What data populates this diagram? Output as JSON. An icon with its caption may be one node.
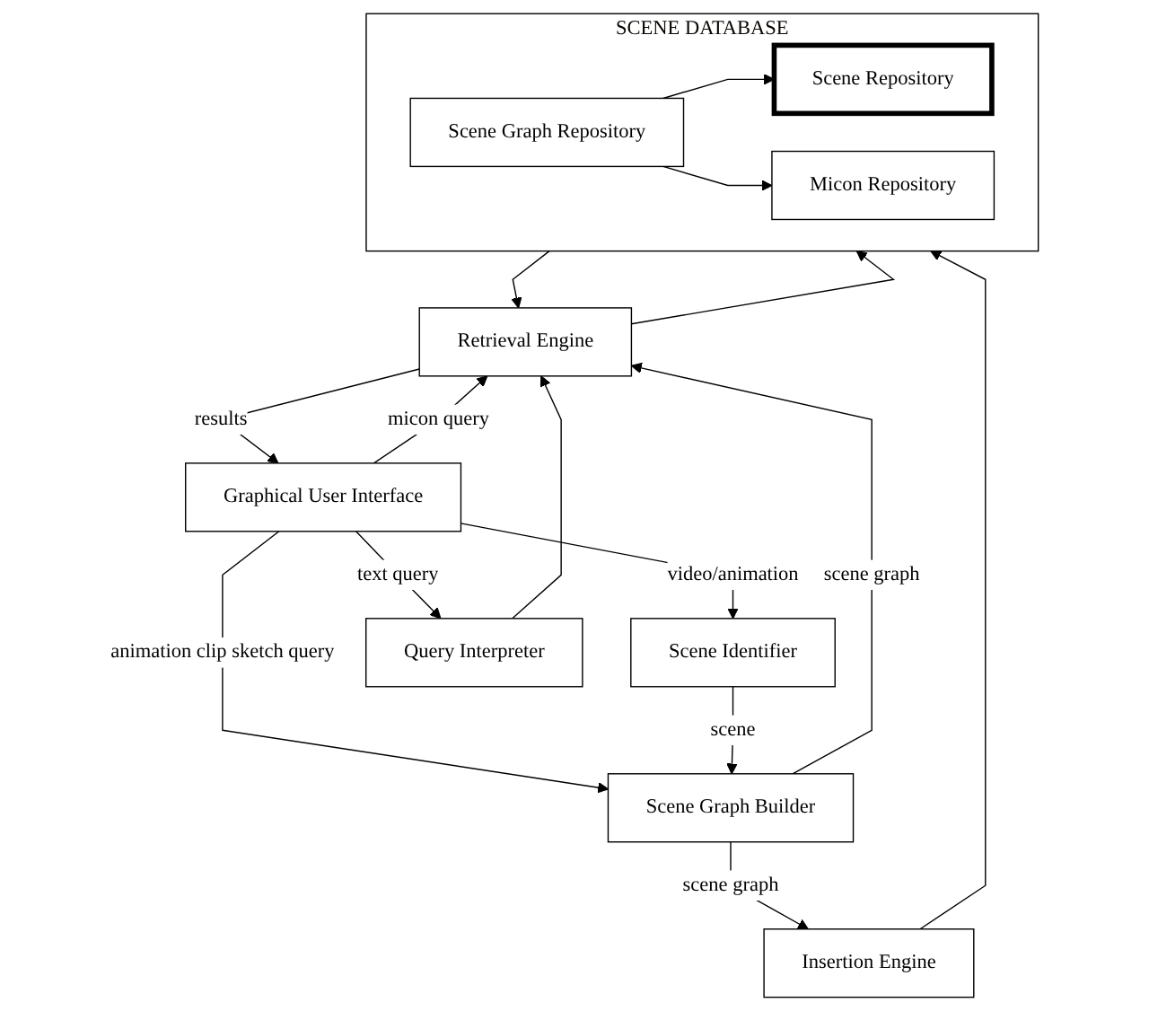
{
  "diagram": {
    "nodes": [
      {
        "text": [
          "Graphical User Interface"
        ]
      },
      {
        "text": [
          "Scene Identifier"
        ]
      },
      {
        "text": [
          "Query Interpreter"
        ]
      },
      {
        "text": [
          "Scene Graph Builder"
        ]
      },
      {
        "text": [
          "Insertion Engine"
        ]
      },
      {
        "text": [
          "Retrieval Engine"
        ]
      },
      {
        "text": [
          "SCENE DATABASE"
        ]
      },
      {
        "text": [
          "Scene Repository"
        ],
        "in": 6
      },
      {
        "text": [
          "Scene Graph Repository"
        ],
        "in": 6
      },
      {
        "text": [
          "Micon Repository"
        ],
        "in": 6
      }
    ],
    "edges": [
      {
        "from": 0,
        "to": 1,
        "arrow": "to",
        "label": "video/animation"
      },
      {
        "from": 0,
        "to": 3,
        "arrow": "to",
        "label": "animation clip sketch query"
      },
      {
        "from": 0,
        "to": 2,
        "arrow": "to",
        "label": "text query"
      },
      {
        "from": 0,
        "to": 5,
        "arrow": "to",
        "label": "micon query"
      },
      {
        "from": 1,
        "to": 3,
        "arrow": "to",
        "label": "scene"
      },
      {
        "from": 3,
        "to": 4,
        "arrow": "to",
        "label": "scene graph"
      },
      {
        "from": 3,
        "to": 5,
        "arrow": "to",
        "label": "scene graph"
      },
      {
        "from": 2,
        "to": 5,
        "arrow": "to"
      },
      {
        "from": 5,
        "to": 0,
        "arrow": "to",
        "label": "results"
      },
      {
        "from": 4,
        "to": 6,
        "arrow": "to"
      },
      {
        "from": 5,
        "to": 6,
        "arrow": "to"
      },
      {
        "from": 6,
        "to": 5,
        "arrow": "to"
      },
      {
        "from": 8,
        "to": 7,
        "arrow": "to"
      },
      {
        "from": 8,
        "to": 9,
        "arrow": "to"
      }
    ]
  }
}
